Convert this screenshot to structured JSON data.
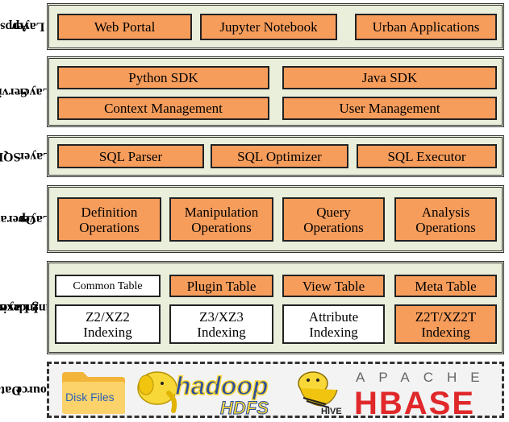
{
  "layers": {
    "apps": {
      "label_lines": [
        "Apps",
        "Layer"
      ],
      "items": [
        "Web Portal",
        "Jupyter Notebook",
        "Urban Applications"
      ]
    },
    "service": {
      "label_lines": [
        "Service",
        "Layer"
      ],
      "items": [
        "Python SDK",
        "Java SDK",
        "Context Management",
        "User Management"
      ]
    },
    "sql": {
      "label_lines": [
        "SQL",
        "Layer"
      ],
      "items": [
        "SQL Parser",
        "SQL Optimizer",
        "SQL Executor"
      ]
    },
    "operation": {
      "label_lines": [
        "Operation",
        "Layer"
      ],
      "items": [
        [
          "Definition",
          "Operations"
        ],
        [
          "Manipulation",
          "Operations"
        ],
        [
          "Query",
          "Operations"
        ],
        [
          "Analysis",
          "Operations"
        ]
      ]
    },
    "indexing": {
      "label_lines": [
        "Indexing &",
        "Storing Layer"
      ],
      "tables": [
        "Common Table",
        "Plugin Table",
        "View Table",
        "Meta Table"
      ],
      "indexes": [
        [
          "Z2/XZ2",
          "Indexing"
        ],
        [
          "Z3/XZ3",
          "Indexing"
        ],
        [
          "Attribute",
          "Indexing"
        ],
        [
          "Z2T/XZ2T",
          "Indexing"
        ]
      ]
    },
    "source": {
      "label_lines": [
        "Data",
        "Source"
      ],
      "disk_label": "Disk Files",
      "logos": {
        "hadoop": "hadoop",
        "hdfs": "HDFS",
        "hive": "HIVE",
        "apache": "APACHE",
        "hbase": "HBASE"
      }
    }
  },
  "colors": {
    "box_fill": "#f79d5c",
    "layer_bg": "#e9efdb",
    "border": "#222222"
  }
}
